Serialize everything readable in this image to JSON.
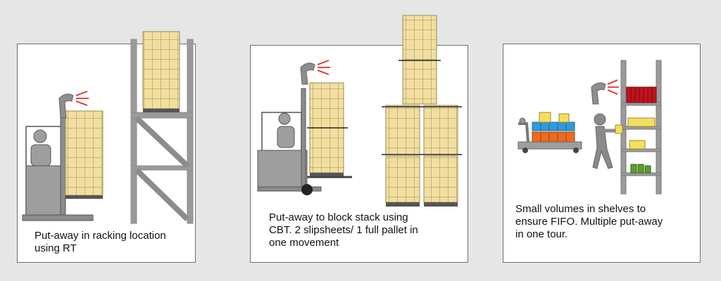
{
  "panels": [
    {
      "caption_lines": [
        "Put-away in racking location",
        "using RT"
      ]
    },
    {
      "caption_lines": [
        "Put-away to block stack using",
        "CBT. 2 slipsheets/ 1 full pallet in",
        "one movement"
      ]
    },
    {
      "caption_lines": [
        "Small volumes in shelves to",
        "ensure FIFO. Multiple put-away",
        "in one tour."
      ]
    }
  ],
  "colors": {
    "background": "#e6e6e6",
    "box_fill": "#f2dfa0",
    "box_line": "#9a8a55",
    "rack": "#8c8c8c",
    "scanner_beam": "#e03030",
    "red_items": "#c0141c",
    "blue_items": "#2f9bdc",
    "orange_items": "#ef6a1e",
    "green_items": "#5aa02c",
    "yellow_items": "#f5df60"
  }
}
